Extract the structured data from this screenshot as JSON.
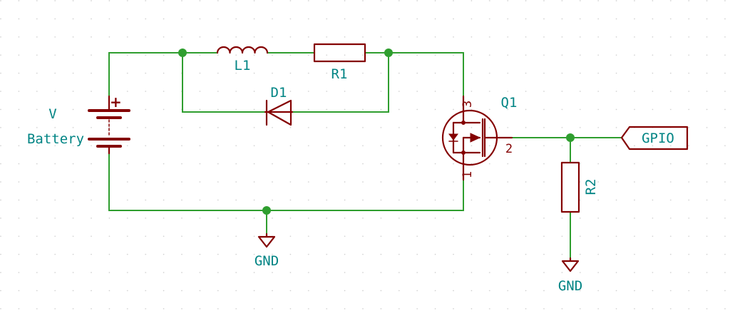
{
  "schematic": {
    "battery": {
      "ref": "V",
      "value": "Battery",
      "plus": "+"
    },
    "inductor": {
      "ref": "L1"
    },
    "resistor1": {
      "ref": "R1"
    },
    "diode": {
      "ref": "D1"
    },
    "mosfet": {
      "ref": "Q1",
      "pin1": "1",
      "pin2": "2",
      "pin3": "3"
    },
    "resistor2": {
      "ref": "R2"
    },
    "gpio": {
      "label": "GPIO"
    },
    "gnd1": {
      "label": "GND"
    },
    "gnd2": {
      "label": "GND"
    }
  },
  "colors": {
    "wire": "#2f9e2f",
    "symbol": "#840000",
    "label": "#008484",
    "grid": "#c8c8c8"
  }
}
